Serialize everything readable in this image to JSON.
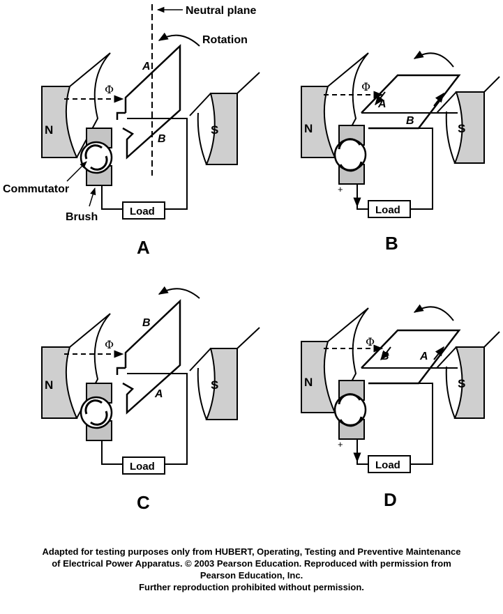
{
  "labels": {
    "neutral_plane": "Neutral plane",
    "rotation": "Rotation",
    "commutator": "Commutator",
    "brush": "Brush",
    "load": "Load",
    "north": "N",
    "south": "S",
    "flux": "Φ",
    "plus": "+"
  },
  "panels": [
    {
      "id": "A",
      "label": "A",
      "top_side": "A",
      "bottom_side": "B"
    },
    {
      "id": "B",
      "label": "B",
      "top_side": "A",
      "bottom_side": "B"
    },
    {
      "id": "C",
      "label": "C",
      "top_side": "B",
      "bottom_side": "A"
    },
    {
      "id": "D",
      "label": "D",
      "top_side": "B",
      "bottom_side": "A"
    }
  ],
  "caption": {
    "line1": "Adapted for testing purposes only from HUBERT, Operating, Testing and Preventive Maintenance",
    "line2": "of Electrical Power Apparatus. © 2003 Pearson Education. Reproduced with permission from",
    "line3": "Pearson Education, Inc.",
    "line4": "Further reproduction prohibited without permission."
  },
  "colors": {
    "pole_fill": "#cfcfcf",
    "brush_fill": "#c4c4c4",
    "line": "#000000"
  }
}
